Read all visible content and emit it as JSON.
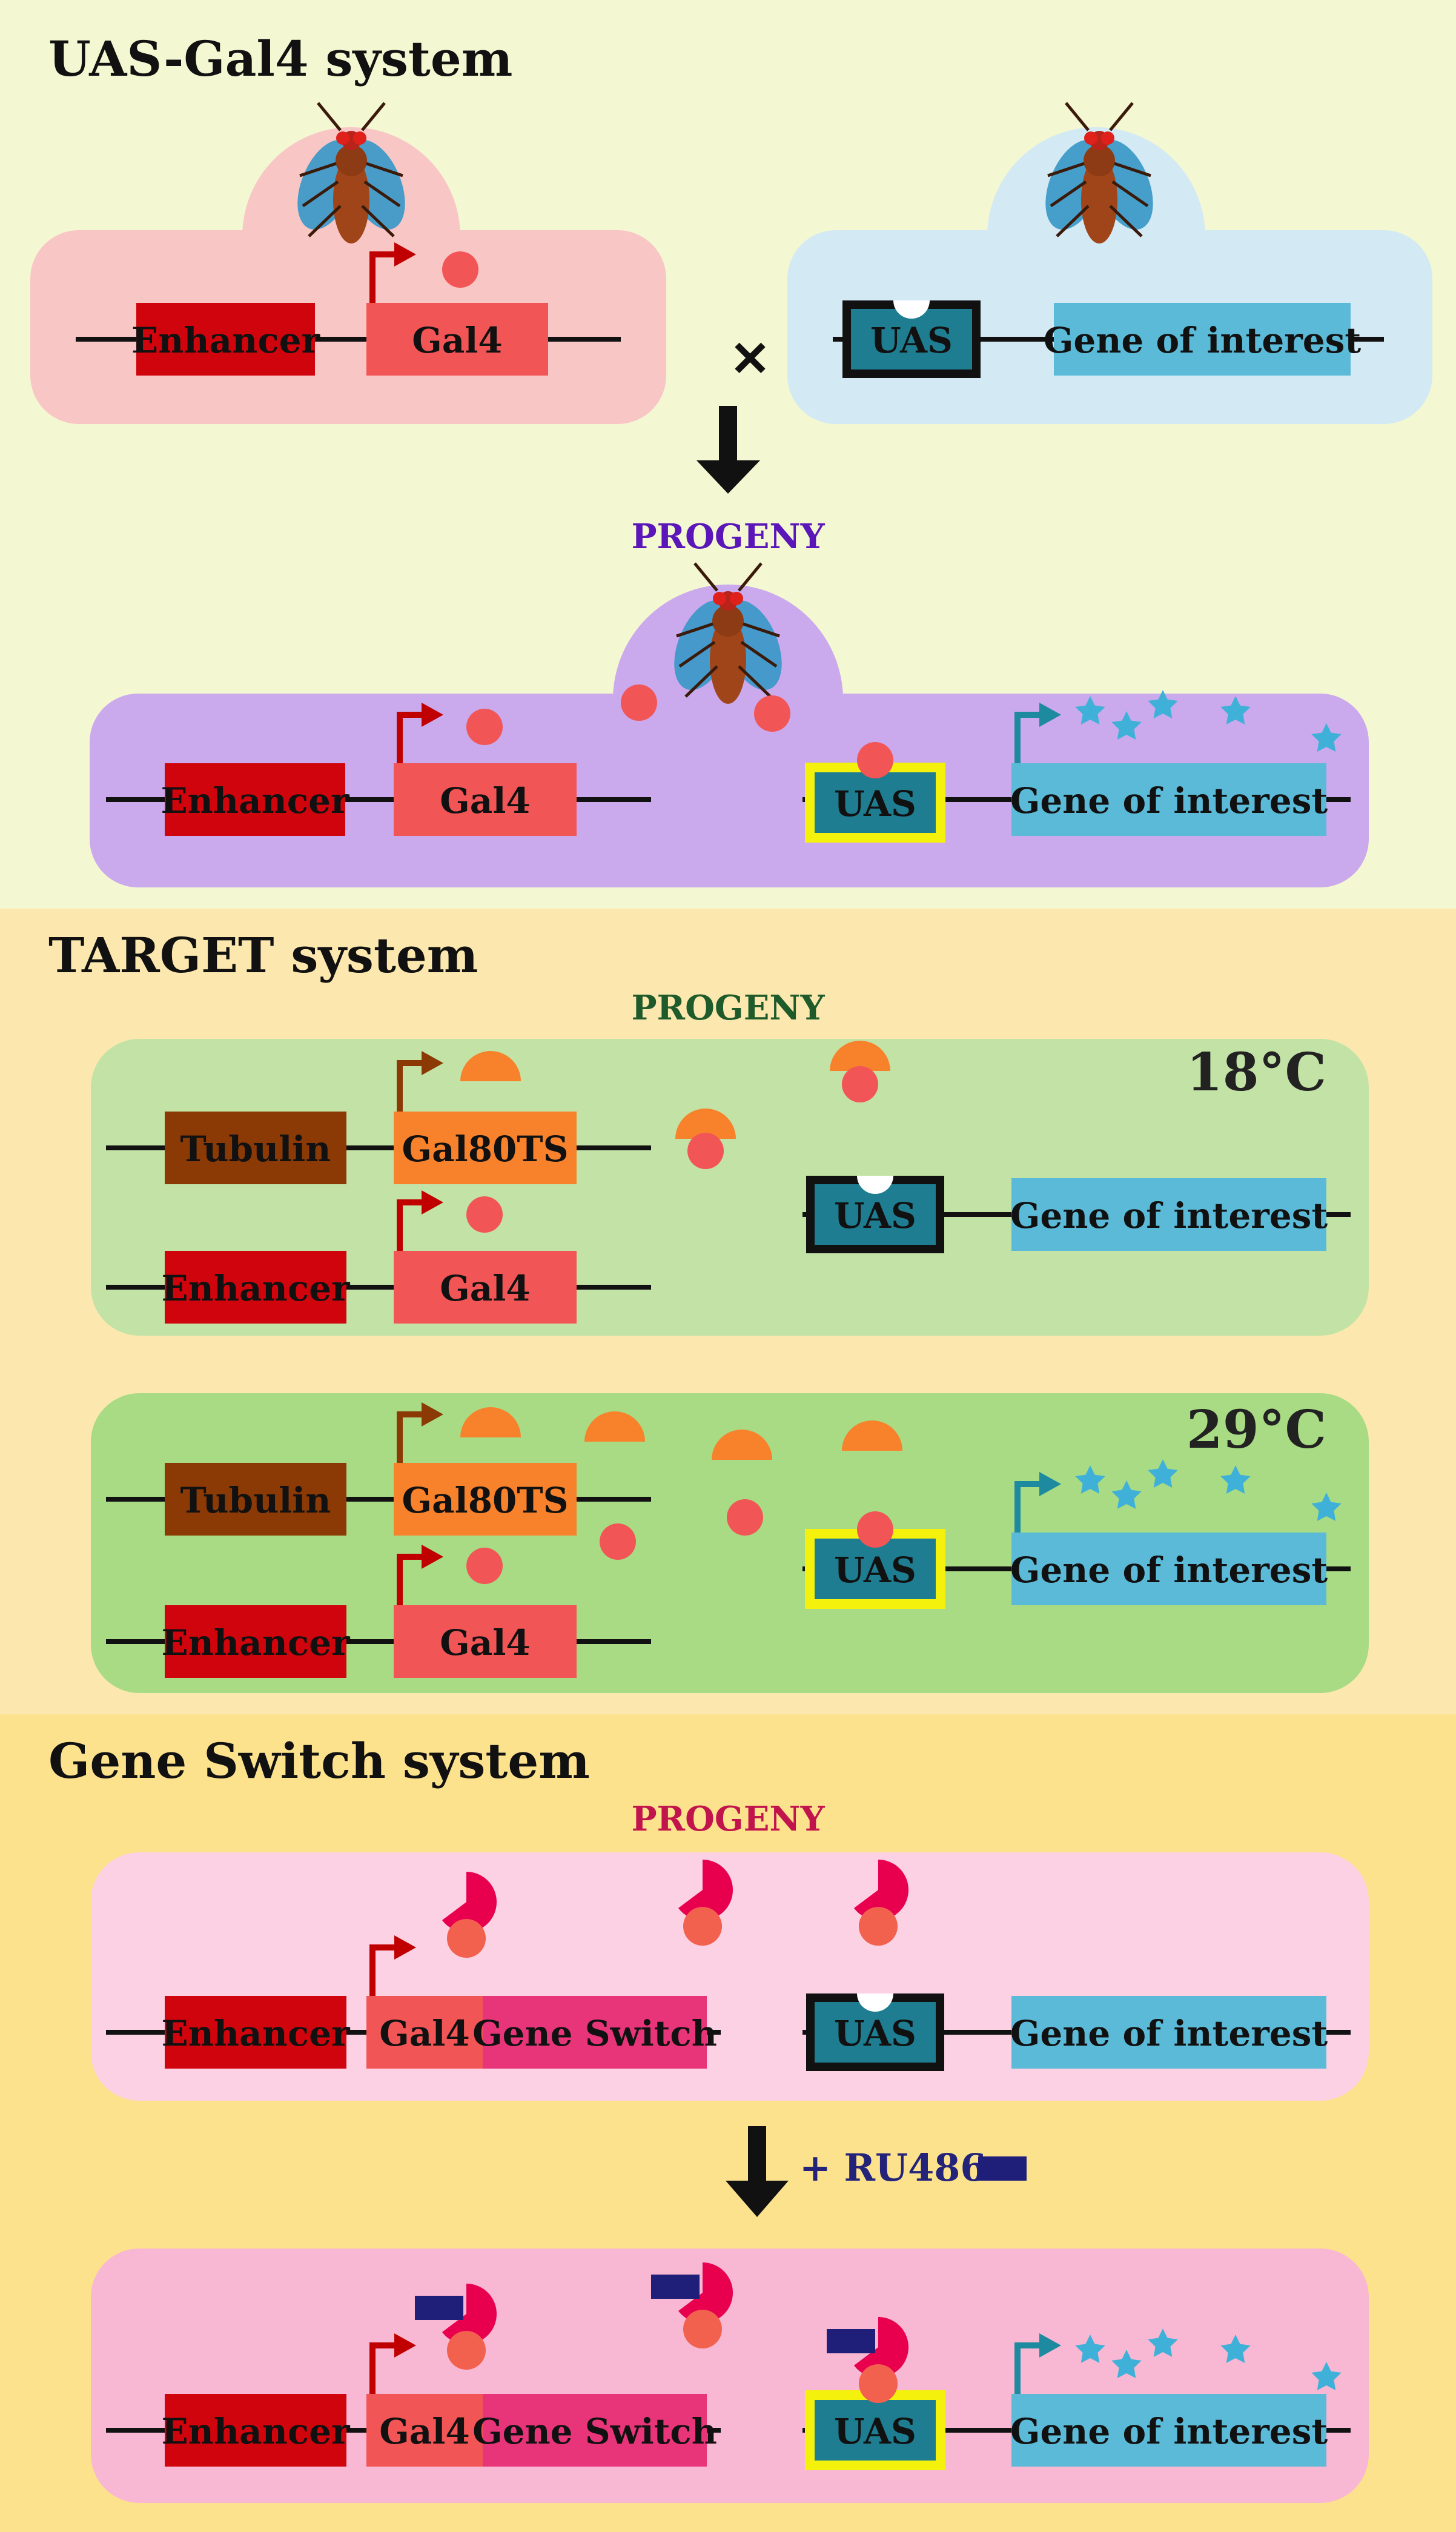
{
  "sections": {
    "uas": {
      "title": "UAS-Gal4 system",
      "progeny": "PROGENY",
      "cross_symbol": "✕"
    },
    "target": {
      "title": "TARGET system",
      "progeny": "PROGENY",
      "temp_low": "18°C",
      "temp_high": "29°C"
    },
    "geneswitch": {
      "title": "Gene Switch system",
      "progeny": "PROGENY",
      "ru486": "+ RU486"
    }
  },
  "labels": {
    "enhancer": "Enhancer",
    "gal4": "Gal4",
    "uas": "UAS",
    "gene_of_interest": "Gene of interest",
    "tubulin": "Tubulin",
    "gal80ts": "Gal80TS",
    "gene_switch": "Gene Switch"
  },
  "colors": {
    "uas_bg": "#f3f8d2",
    "target_bg": "#fce8ae",
    "geneswitch_bg": "#fde28e",
    "parent_pink": "#f9c6c6",
    "parent_blue": "#d3e9f3",
    "progeny_purple": "#caa9ec",
    "target_light_green": "#c3e3a6",
    "target_green": "#a8db84",
    "gs_light_pink": "#fbd1e3",
    "gs_pink": "#f8b7d3",
    "enhancer": "#d0040c",
    "gal4": "#f25555",
    "gal4_protein": "#f25555",
    "uas_box": "#1e7d91",
    "uas_highlight": "#f4f20c",
    "gene_box": "#5bbad8",
    "star": "#3fb1d8",
    "tubulin": "#8b3a06",
    "gal80ts": "#f8822c",
    "gene_switch": "#e8357a",
    "gs_protein": "#e8004f",
    "ru486": "#1f1f7a",
    "progeny_uas": "#5a16b8",
    "progeny_target": "#1f5a2b",
    "progeny_gs": "#c2144c"
  },
  "icons": [
    "fly-icon",
    "promoter-arrow-icon",
    "star-icon",
    "cross-icon",
    "down-arrow-icon"
  ]
}
